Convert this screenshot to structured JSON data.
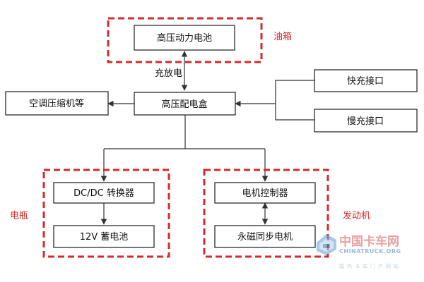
{
  "nodes": {
    "battery": "高压动力电池",
    "pdu": "高压配电盒",
    "ac": "空调压缩机等",
    "fast": "快充接口",
    "slow": "慢充接口",
    "dcdc": "DC/DC 转换器",
    "lowv": "12V 蓄电池",
    "mcu": "电机控制器",
    "motor": "永磁同步电机"
  },
  "edge_labels": {
    "charge": "充放电"
  },
  "groups": {
    "fuel": "油箱",
    "battery12": "电瓶",
    "engine": "发动机"
  },
  "colors": {
    "group_border": "#d42a2a",
    "group_label": "#d42a2a"
  },
  "watermark": {
    "name": "中国卡车网",
    "url": "CHINATRUCK.ORG",
    "slogan": "国内卡车门户网站",
    "icon": "truck-logo-icon"
  }
}
